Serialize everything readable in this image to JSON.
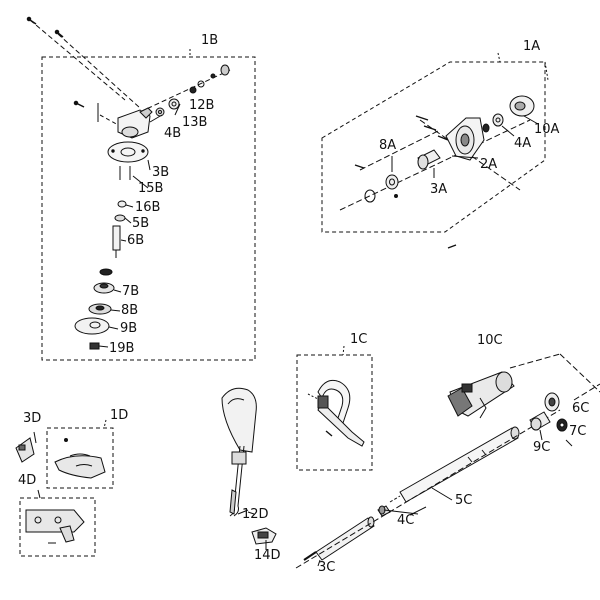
{
  "groups": {
    "g1A": "1A",
    "g1B": "1B",
    "g1C": "1C",
    "g1D": "1D"
  },
  "parts": {
    "p2A": "2A",
    "p3A": "3A",
    "p4A": "4A",
    "p8A": "8A",
    "p10A": "10A",
    "p3B": "3B",
    "p4B": "4B",
    "p5B": "5B",
    "p6B": "6B",
    "p7B": "7B",
    "p8B": "8B",
    "p9B": "9B",
    "p12B": "12B",
    "p13B": "13B",
    "p15B": "15B",
    "p16B": "16B",
    "p19B": "19B",
    "p3C": "3C",
    "p4C": "4C",
    "p5C": "5C",
    "p6C": "6C",
    "p7C": "7C",
    "p9C": "9C",
    "p10C": "10C",
    "p3D": "3D",
    "p4D": "4D",
    "p12D": "12D",
    "p14D": "14D"
  }
}
